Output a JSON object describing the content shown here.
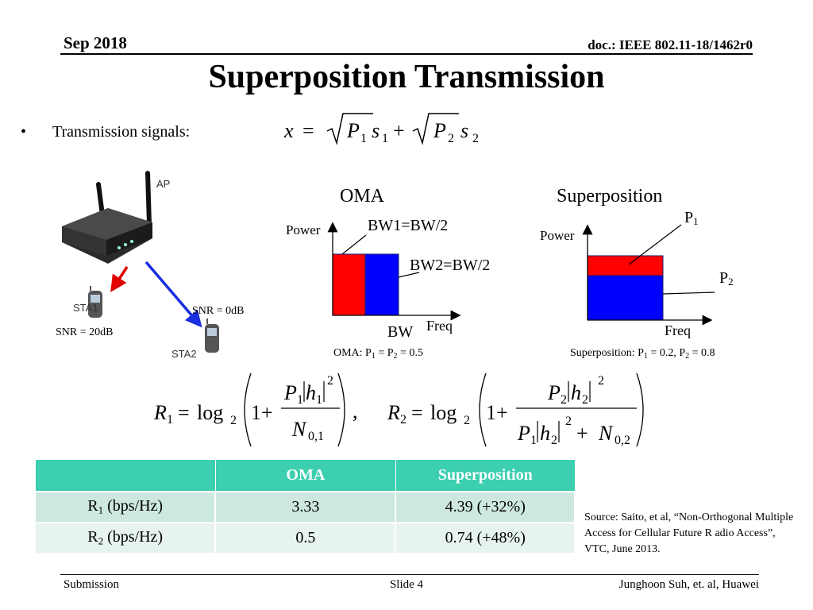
{
  "header": {
    "date": "Sep 2018",
    "doc": "doc.: IEEE 802.11-18/1462r0"
  },
  "title": "Superposition Transmission",
  "bullet": {
    "text": "Transmission signals:"
  },
  "network": {
    "ap_label": "AP",
    "sta1_label": "STA1",
    "sta2_label": "STA2",
    "snr_sta1": "SNR = 20dB",
    "snr_sta2": "SNR = 0dB"
  },
  "oma_diagram": {
    "heading": "OMA",
    "y_label": "Power",
    "x_label": "Freq",
    "bw_label": "BW",
    "bw1_label": "BW1=BW/2",
    "bw2_label": "BW2=BW/2",
    "caption": "OMA: P1 = P2 = 0.5"
  },
  "sp_diagram": {
    "heading": "Superposition",
    "y_label": "Power",
    "x_label": "Freq",
    "p1_label": "P1",
    "p2_label": "P2",
    "caption": "Superposition: P1 = 0.2, P2 = 0.8"
  },
  "colors": {
    "user1": "#ff0000",
    "user2": "#0000ff",
    "table_header": "#3ccfb0",
    "table_row1": "#cde8e0",
    "table_row2": "#e6f3ef"
  },
  "table": {
    "headers": [
      "",
      "OMA",
      "Superposition"
    ],
    "rows": [
      [
        "R1 (bps/Hz)",
        "3.33",
        "4.39 (+32%)"
      ],
      [
        "R2 (bps/Hz)",
        "0.5",
        "0.74 (+48%)"
      ]
    ]
  },
  "source": "Source: Saito, et al, “Non-Orthogonal Multiple Access for Cellular Future R adio Access”, VTC, June 2013.",
  "footer": {
    "left": "Submission",
    "center": "Slide 4",
    "right": "Junghoon Suh, et. al, Huawei"
  }
}
